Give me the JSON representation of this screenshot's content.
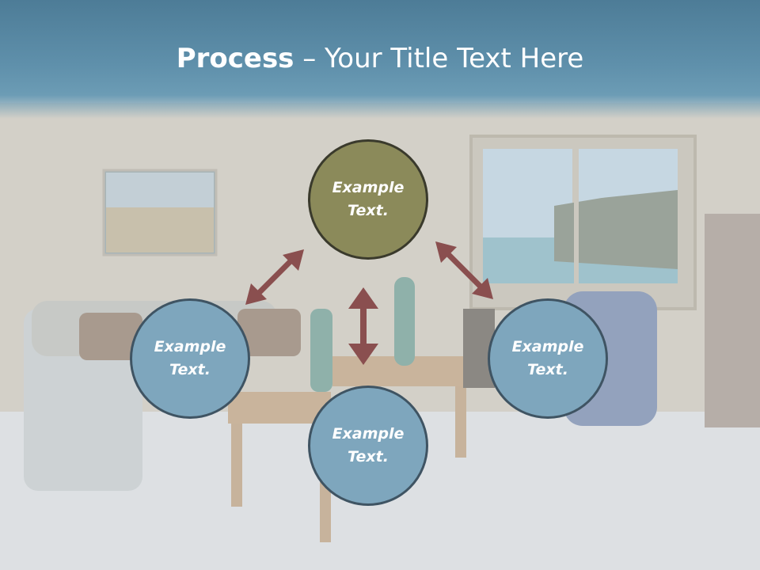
{
  "title": {
    "bold": "Process",
    "rest": " – Your Title Text Here"
  },
  "nodes": {
    "top": {
      "label": "Example Text."
    },
    "left": {
      "label": "Example Text."
    },
    "right": {
      "label": "Example Text."
    },
    "bottom": {
      "label": "Example Text."
    }
  },
  "colors": {
    "header": "#5f90ab",
    "node_blue": "#7ea6bd",
    "node_olive": "#8b8a5a",
    "arrow": "#8a4f4f"
  }
}
